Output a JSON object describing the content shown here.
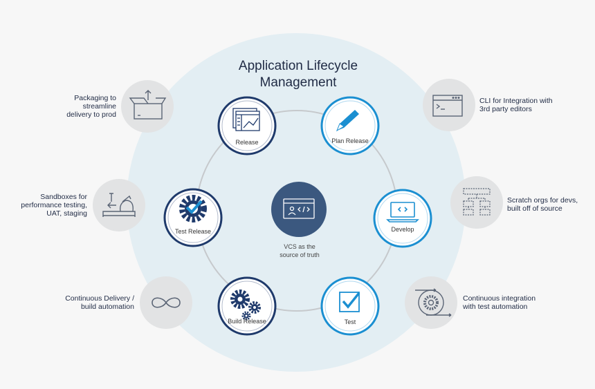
{
  "title": {
    "line1": "Application Lifecycle",
    "line2": "Management"
  },
  "center": {
    "caption": "VCS as the\nsource of truth",
    "icon": "code-window-icon"
  },
  "stages": {
    "release": {
      "label": "Release",
      "icon": "release-window-icon"
    },
    "plan_release": {
      "label": "Plan Release",
      "icon": "pencil-icon"
    },
    "develop": {
      "label": "Develop",
      "icon": "laptop-code-icon"
    },
    "test": {
      "label": "Test",
      "icon": "checkbox-icon"
    },
    "build_release": {
      "label": "Build Release",
      "icon": "gears-icon"
    },
    "test_release": {
      "label": "Test Release",
      "icon": "gear-check-icon"
    }
  },
  "features": {
    "packaging": {
      "text": "Packaging to\nstreamline\ndelivery to prod",
      "icon": "box-icon"
    },
    "sandboxes": {
      "text": "Sandboxes for\nperformance testing,\nUAT, staging",
      "icon": "sandbox-icon"
    },
    "continuous_delivery": {
      "text": "Continuous Delivery /\nbuild automation",
      "icon": "infinity-icon"
    },
    "cli": {
      "text": "CLI for Integration with\n3rd party editors",
      "icon": "terminal-icon"
    },
    "scratch_orgs": {
      "text": "Scratch orgs for devs,\nbuilt off of source",
      "icon": "org-chart-icon"
    },
    "continuous_integration": {
      "text": "Continuous integration\nwith test automation",
      "icon": "gear-cycle-icon"
    }
  },
  "colors": {
    "navy": "#1f3a6b",
    "blue": "#1b8fd1",
    "glow": "#e3eef3",
    "ring": "#c6c9cc",
    "grey_circle": "#e2e3e4",
    "icon_grey": "#5a6475"
  }
}
